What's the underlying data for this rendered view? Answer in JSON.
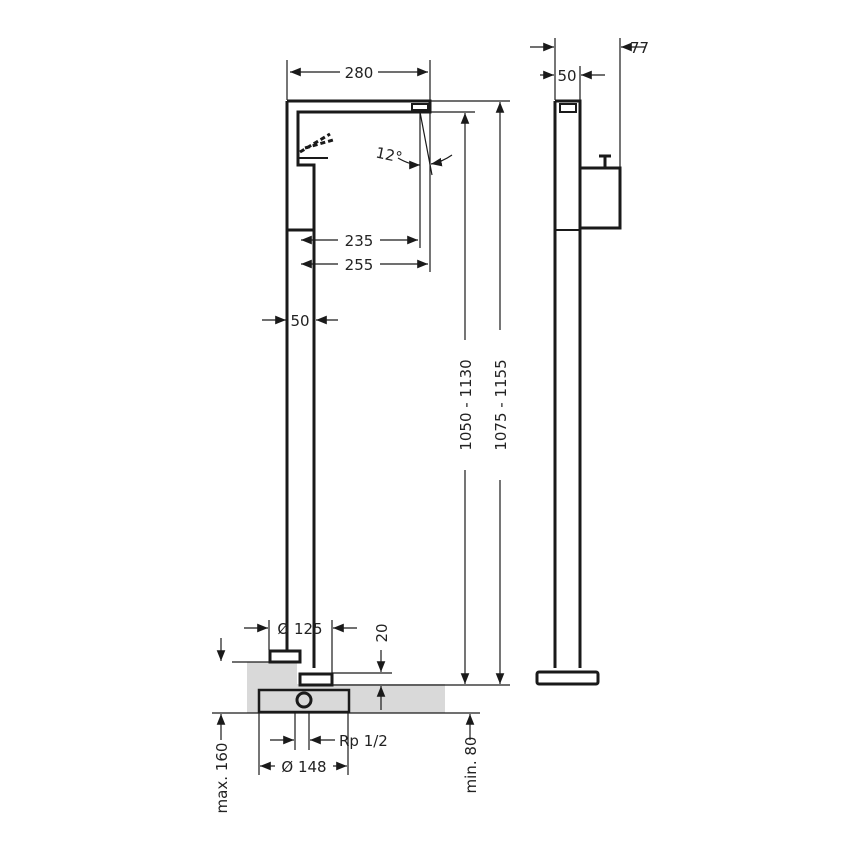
{
  "dimensions": {
    "spout_reach_total": "280",
    "spout_reach_inner": "235",
    "spout_reach_outer": "255",
    "spout_angle": "12°",
    "column_width": "50",
    "height_min": "1050 - 1130",
    "height_max": "1075 - 1155",
    "base_diameter": "Ø 125",
    "base_height": "20",
    "connection": "Rp 1/2",
    "box_diameter": "Ø 148",
    "install_depth_max": "max. 160",
    "install_depth_min": "min. 80",
    "side_depth": "77",
    "side_width": "50"
  },
  "colors": {
    "line": "#1a1a1a",
    "floor": "#d9d9d9"
  }
}
